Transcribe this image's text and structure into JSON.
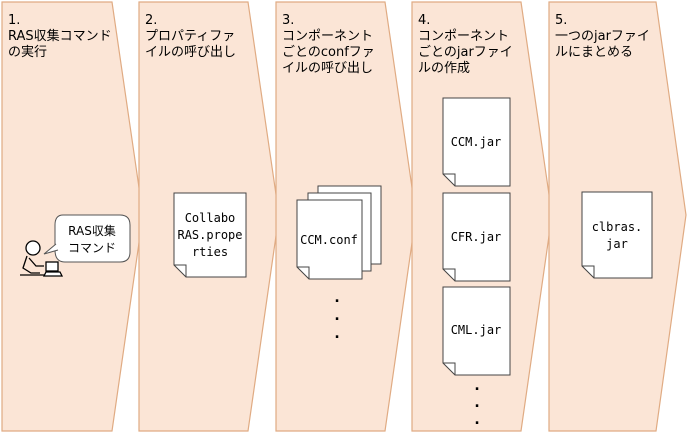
{
  "steps": [
    {
      "number": "1.",
      "lines": [
        "RAS収集コマンド",
        "の実行"
      ]
    },
    {
      "number": "2.",
      "lines": [
        "プロパティファ",
        "イルの呼び出し"
      ]
    },
    {
      "number": "3.",
      "lines": [
        "コンポーネント",
        "ごとのconfファ",
        "イルの呼び出し"
      ]
    },
    {
      "number": "4.",
      "lines": [
        "コンポーネント",
        "ごとのjarファイ",
        "ルの作成"
      ]
    },
    {
      "number": "5.",
      "lines": [
        "一つのjarファイ",
        "ルにまとめる"
      ]
    }
  ],
  "bubble": {
    "lines": [
      "RAS収集",
      "コマンド"
    ]
  },
  "property_file": {
    "lines": [
      "Collabo",
      "RAS.prope",
      "rties"
    ]
  },
  "conf_file": {
    "label": "CCM.conf"
  },
  "conf_ellipsis": ".",
  "jar_files": [
    {
      "label": "CCM.jar"
    },
    {
      "label": "CFR.jar"
    },
    {
      "label": "CML.jar"
    }
  ],
  "jar_ellipsis": ".",
  "merged_file": {
    "lines": [
      "clbras.",
      "jar"
    ]
  },
  "colors": {
    "arrow_fill": "#fbe5d6",
    "arrow_stroke": "#e0ab83",
    "doc_stroke": "#444444"
  }
}
